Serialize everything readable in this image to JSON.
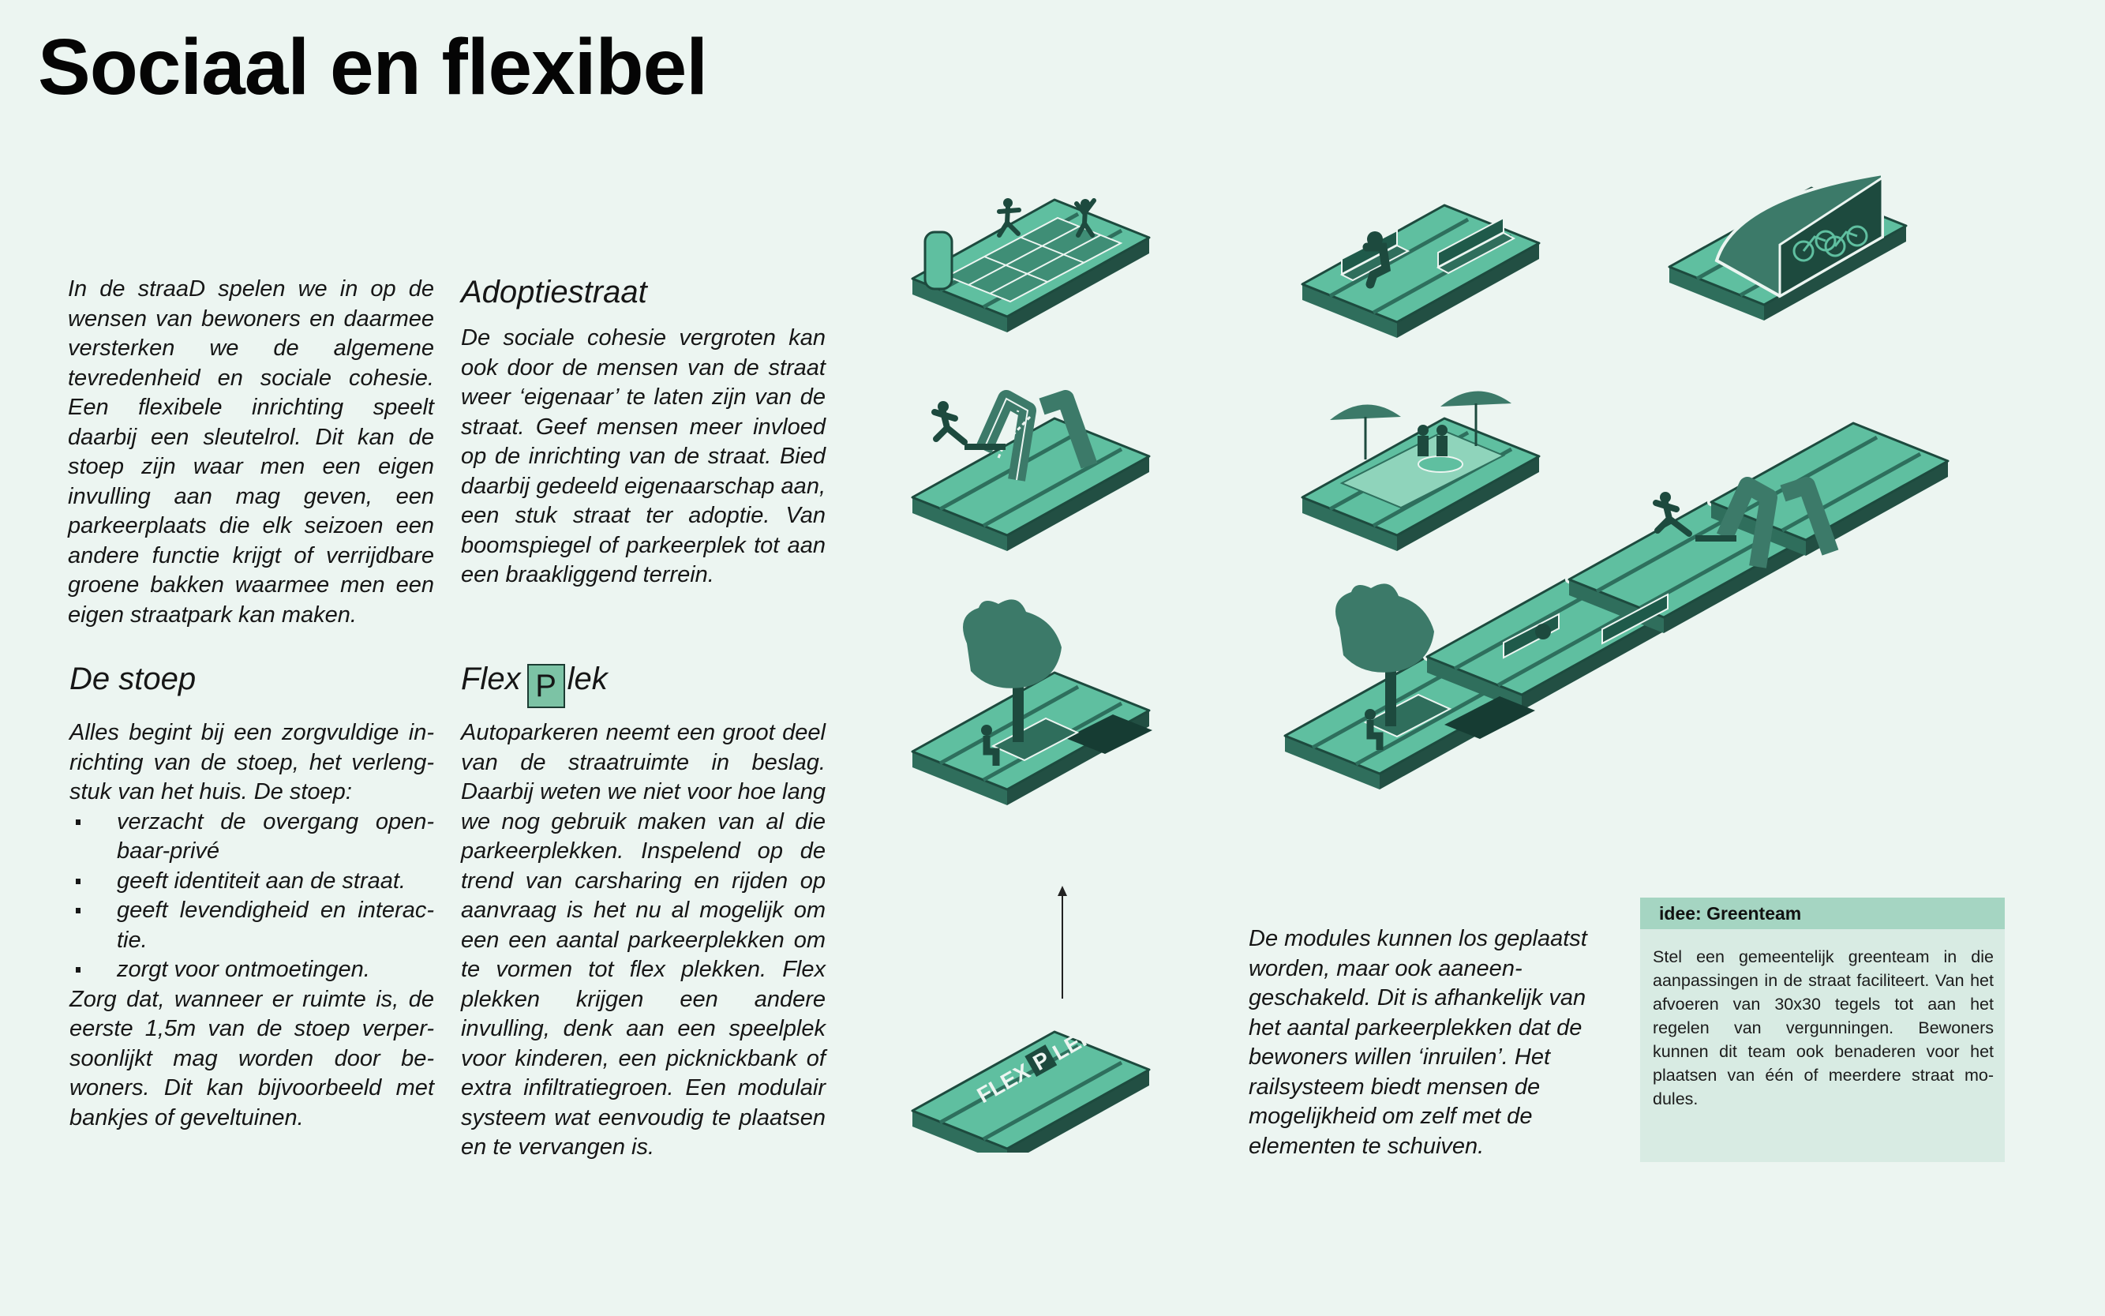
{
  "title": "Sociaal en flexibel",
  "intro": "In de straaD spelen we in op de wensen van bewoners en daarmee versterken we de algemene tevredenheid en sociale cohesie. Een flexibele inrichting speelt daarbij een sleutelrol. Dit kan de stoep zijn waar men een eigen invulling aan mag geven, een parkeerplaats die elk seizoen een andere functie krijgt of verrijdbare groene bakken waarmee men een eigen straatpark kan maken.",
  "adoptie": {
    "heading": "Adoptiestraat",
    "text": "De sociale cohesie vergroten kan ook door de mensen van de straat weer ‘eigenaar’ te laten zijn van de straat. Geef mensen meer invloed op de inrichting van de straat. Bied daarbij gedeeld eigenaarschap aan, een stuk straat ter adoptie. Van boomspiegel of parkeerplek tot aan een braakliggend terrein."
  },
  "stoep": {
    "heading": "De stoep",
    "intro": "Alles begint bij een zorgvuldige in-richting van de stoep, het verleng-stuk van het huis. De stoep:",
    "bullets": [
      "verzacht de overgang open-baar-privé",
      "geeft identiteit aan de straat.",
      "geeft levendigheid en interac-tie.",
      "zorgt voor ontmoetingen."
    ],
    "outro": "Zorg dat, wanneer er ruimte is, de eerste 1,5m van de stoep verper-soonlijkt mag worden door be-woners. Dit kan bijvoorbeeld met bankjes of geveltuinen."
  },
  "flex": {
    "heading_pre": "Flex",
    "heading_box": "P",
    "heading_post": "lek",
    "text": "Autoparkeren neemt een groot deel van de straatruimte in beslag. Daarbij weten we niet voor hoe lang we nog gebruik maken van al die parkeerplekken. Inspelend op de trend van carsharing en rijden op aanvraag is het nu al mogelijk om een een aantal parkeerplekken om te vormen tot flex plekken. Flex plekken krijgen een andere invulling, denk aan een speelplek voor kinderen, een picknickbank of extra infiltratiegroen. Een modulair systeem wat eenvoudig te plaatsen en te vervangen is."
  },
  "modules_text": "De modules kunnen los geplaatst worden, maar ook aaneen-geschakeld. Dit is afhankelijk van het aantal parkeerplekken dat de bewoners willen ‘inruilen’. Het railsysteem biedt mensen de mogelijkheid om zelf met de elementen te schuiven.",
  "idee": {
    "title": "idee: Greenteam",
    "text": "Stel een gemeentelijk greenteam in die aanpassingen in de straat faciliteert. Van het afvoeren van 30x30 tegels tot aan het regelen van vergunningen. Bewoners kunnen dit team ook benaderen voor het plaatsen van één of meerdere straat mo-dules."
  },
  "platform_label": {
    "pre": "FLEX",
    "box": "P",
    "post": "LEK"
  },
  "colors": {
    "background": "#ecf5f1",
    "platform_top": "#5fbfa0",
    "platform_side": "#2f6e5c",
    "dark_green": "#1d4a3e",
    "object_green": "#3c7a69",
    "idee_header": "#a5d5c2",
    "idee_body": "#d8ebe3"
  }
}
